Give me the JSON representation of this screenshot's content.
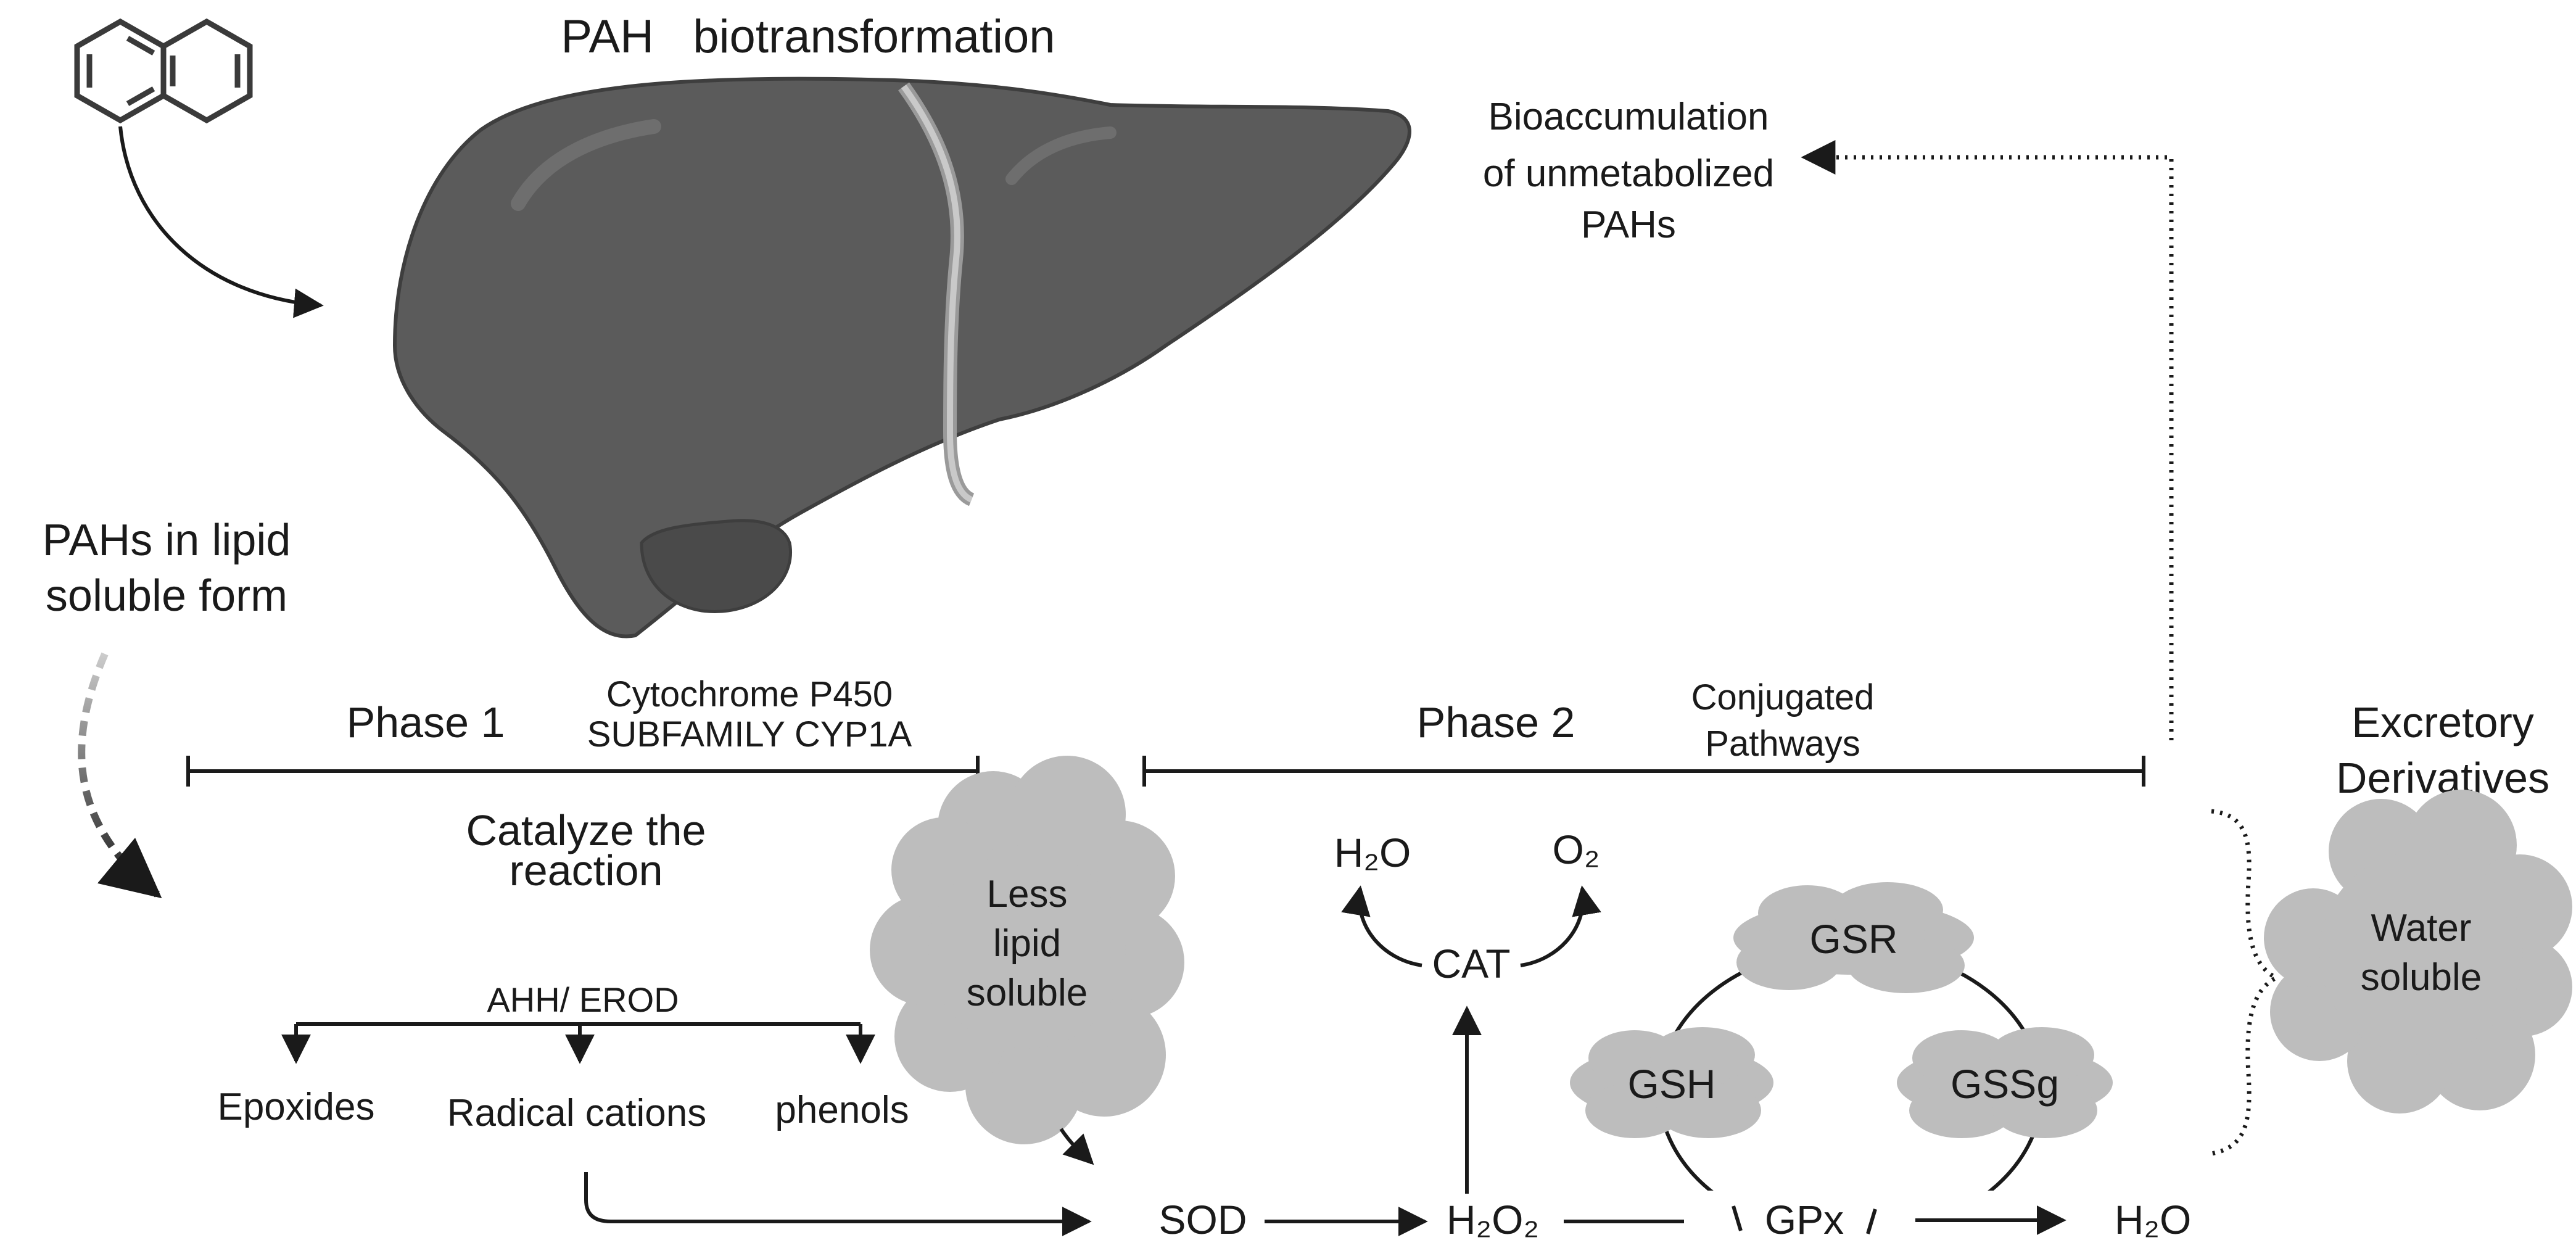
{
  "title": "PAH   biotransformation",
  "left_note": [
    "PAHs in lipid",
    "soluble form"
  ],
  "bioaccumulation": [
    "Bioaccumulation",
    "of unmetabolized",
    "PAHs"
  ],
  "phase1": {
    "label": "Phase 1",
    "enzyme": [
      "Cytochrome P450",
      "SUBFAMILY CYP1A"
    ],
    "catalyze": [
      "Catalyze the",
      "reaction"
    ],
    "enzymes_label": "AHH/ EROD",
    "products": [
      "Epoxides",
      "Radical cations",
      "phenols"
    ],
    "less_lipid": [
      "Less",
      "lipid",
      "soluble"
    ]
  },
  "phase2": {
    "label": "Phase 2",
    "pathways": [
      "Conjugated",
      "Pathways"
    ],
    "sod": "SOD",
    "h2o2": "H₂O₂",
    "cat": "CAT",
    "cat_products": [
      "H₂O",
      "O₂"
    ],
    "gsr": "GSR",
    "gsh": "GSH",
    "gssg": "GSSg",
    "gpx": "GPx",
    "final": "H₂O"
  },
  "excretory": {
    "label": [
      "Excretory",
      "Derivatives"
    ],
    "cloud": [
      "Water",
      "soluble"
    ]
  },
  "colors": {
    "liver": "#5b5b5b",
    "liver_dark": "#3e3e3e",
    "cloud": "#bdbdbd",
    "line": "#1a1a1a"
  }
}
